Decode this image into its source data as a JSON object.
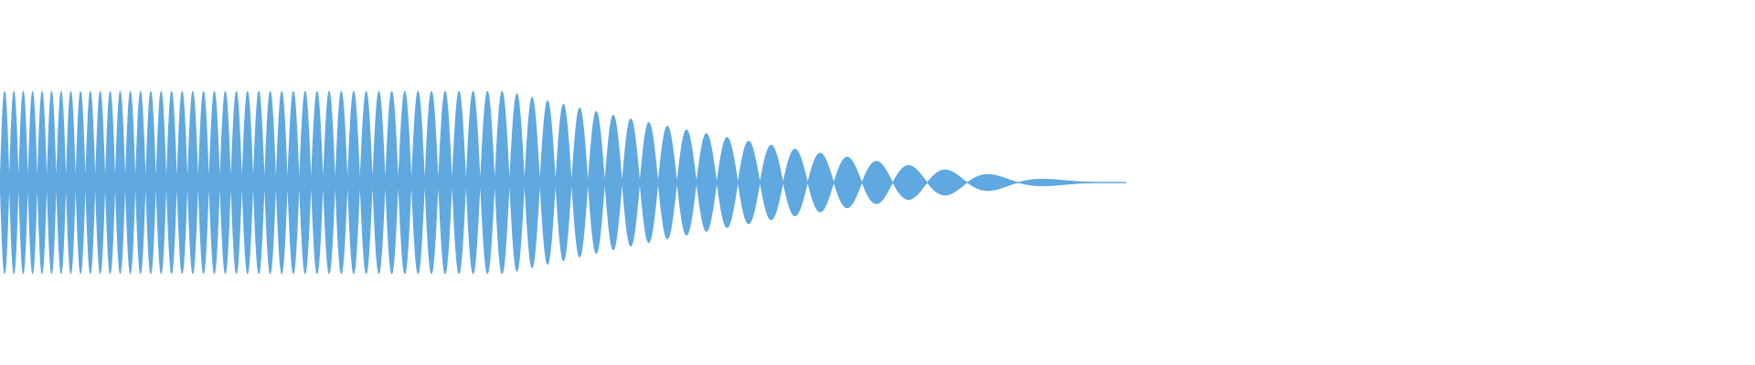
{
  "waveform": {
    "color": "#5FA8E0",
    "background": "#FFFFFF",
    "shape": "chirp",
    "peak_amplitude_fraction": 1.0,
    "decay": "linear-then-fade",
    "cycles_approx": 68
  }
}
